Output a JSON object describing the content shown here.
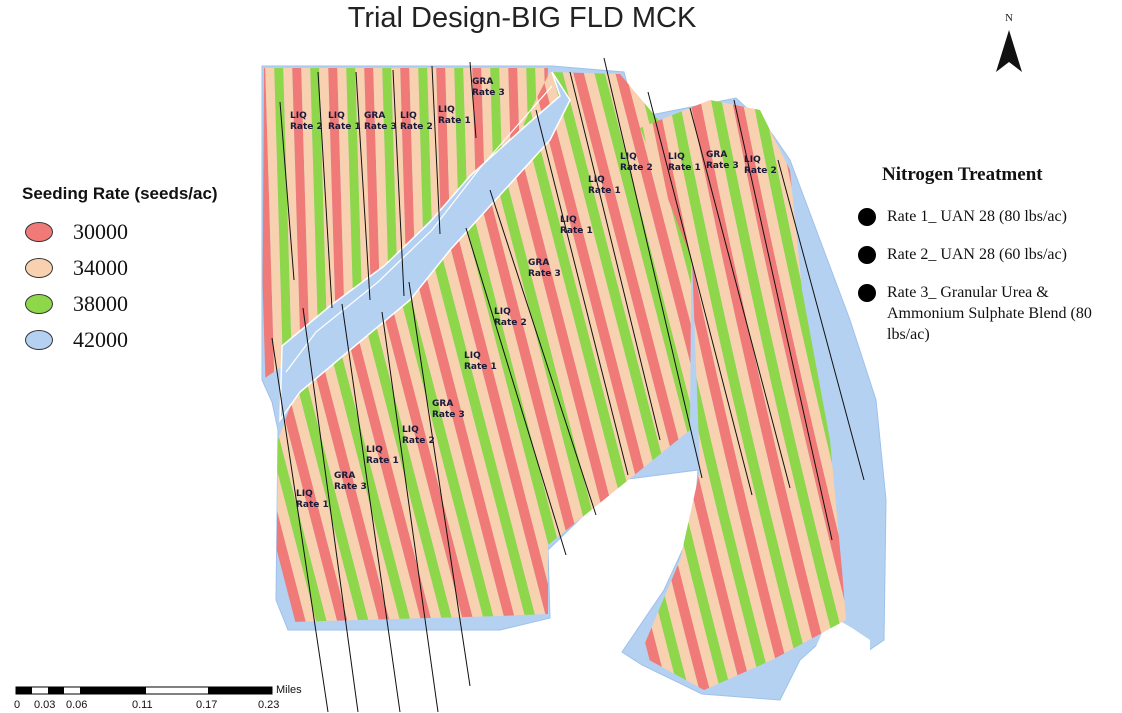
{
  "title": "Trial Design-BIG FLD MCK",
  "north_label": "N",
  "seeding_legend": {
    "title": "Seeding Rate  (seeds/ac)",
    "items": [
      {
        "label": "30000",
        "color": "#f07a78"
      },
      {
        "label": "34000",
        "color": "#f8d2b0"
      },
      {
        "label": "38000",
        "color": "#8ed64a"
      },
      {
        "label": "42000",
        "color": "#b4d1f2"
      }
    ]
  },
  "nitrogen_legend": {
    "title": "Nitrogen Treatment",
    "items": [
      {
        "text": "Rate 1_ UAN 28 (80 lbs/ac)"
      },
      {
        "text": "Rate 2_ UAN 28 (60 lbs/ac)"
      },
      {
        "text": "Rate 3_ Granular Urea & Ammonium Sulphate Blend (80 lbs/ac)"
      }
    ]
  },
  "strip_labels": [
    {
      "l1": "GRA",
      "l2": "Rate 3"
    },
    {
      "l1": "LIQ",
      "l2": "Rate 2"
    },
    {
      "l1": "LIQ",
      "l2": "Rate 1"
    },
    {
      "l1": "GRA",
      "l2": "Rate 3"
    },
    {
      "l1": "LIQ",
      "l2": "Rate 2"
    },
    {
      "l1": "LIQ",
      "l2": "Rate 1"
    },
    {
      "l1": "LIQ",
      "l2": "Rate 2"
    },
    {
      "l1": "LIQ",
      "l2": "Rate 1"
    },
    {
      "l1": "GRA",
      "l2": "Rate 3"
    },
    {
      "l1": "LIQ",
      "l2": "Rate 2"
    },
    {
      "l1": "LIQ",
      "l2": "Rate 1"
    },
    {
      "l1": "LIQ",
      "l2": "Rate 1"
    },
    {
      "l1": "GRA",
      "l2": "Rate 3"
    },
    {
      "l1": "LIQ",
      "l2": "Rate 2"
    },
    {
      "l1": "LIQ",
      "l2": "Rate 1"
    },
    {
      "l1": "GRA",
      "l2": "Rate 3"
    },
    {
      "l1": "LIQ",
      "l2": "Rate 2"
    },
    {
      "l1": "LIQ",
      "l2": "Rate 1"
    },
    {
      "l1": "GRA",
      "l2": "Rate 3"
    },
    {
      "l1": "LIQ",
      "l2": "Rate 1"
    }
  ],
  "scale_bar": {
    "unit": "Miles",
    "ticks": [
      "0",
      "0.03",
      "0.06",
      "0.11",
      "0.17",
      "0.23"
    ]
  }
}
